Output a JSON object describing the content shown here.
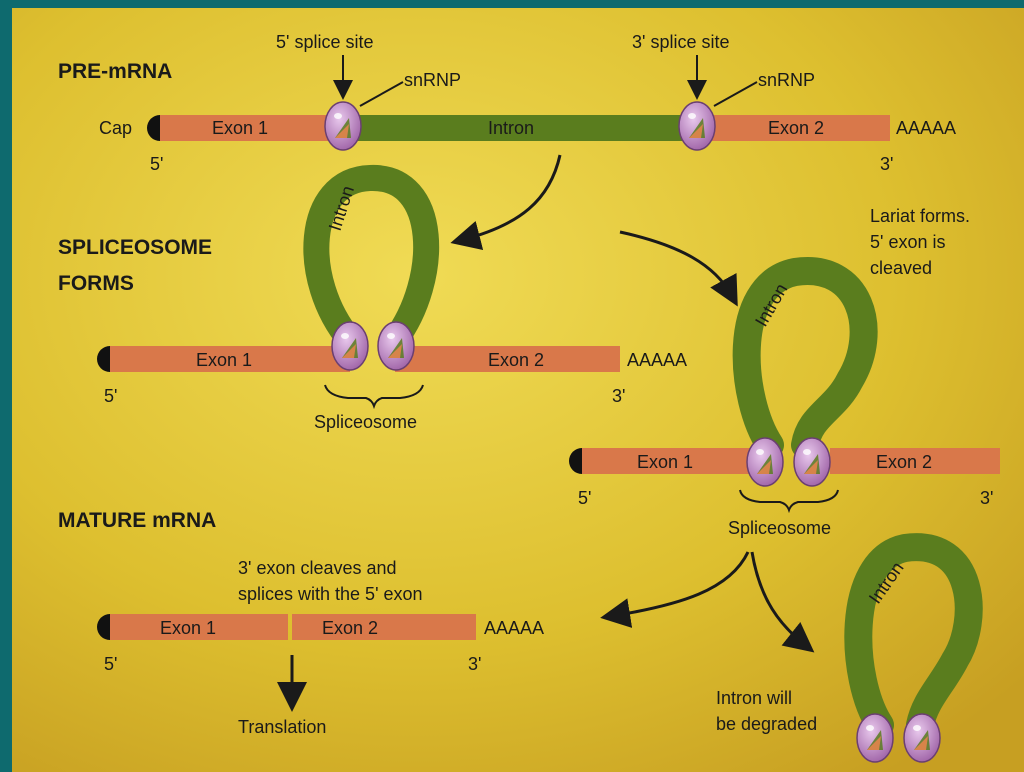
{
  "headings": {
    "pre_mrna": "PRE-mRNA",
    "spliceosome_forms_1": "SPLICEOSOME",
    "spliceosome_forms_2": "FORMS",
    "mature_mrna": "MATURE mRNA"
  },
  "pre_mrna": {
    "five_splice_site": "5' splice site",
    "three_splice_site": "3' splice site",
    "snrnp_left": "snRNP",
    "snrnp_right": "snRNP",
    "cap": "Cap",
    "exon1": "Exon 1",
    "intron": "Intron",
    "exon2": "Exon 2",
    "polya": "AAAAA",
    "five_end": "5'",
    "three_end": "3'"
  },
  "spliceosome_stage": {
    "loop_label": "Intron",
    "exon1": "Exon 1",
    "exon2": "Exon 2",
    "polya": "AAAAA",
    "five_end": "5'",
    "three_end": "3'",
    "spliceosome": "Spliceosome"
  },
  "lariat_stage": {
    "note_line1": "Lariat forms.",
    "note_line2": "5' exon is",
    "note_line3": "cleaved",
    "loop_label": "Intron",
    "exon1": "Exon 1",
    "exon2": "Exon 2",
    "five_end": "5'",
    "three_end": "3'",
    "spliceosome": "Spliceosome"
  },
  "mature_stage": {
    "note_line1": "3' exon cleaves and",
    "note_line2": "splices with the 5' exon",
    "exon1": "Exon 1",
    "exon2": "Exon 2",
    "polya": "AAAAA",
    "five_end": "5'",
    "three_end": "3'",
    "translation": "Translation"
  },
  "degraded": {
    "loop_label": "Intron",
    "note_line1": "Intron will",
    "note_line2": "be degraded"
  },
  "colors": {
    "exon": "#d9784a",
    "intron": "#5a7d1e",
    "snrnp": "#b27fb8",
    "cap": "#111111",
    "background": "#e0c23a"
  }
}
